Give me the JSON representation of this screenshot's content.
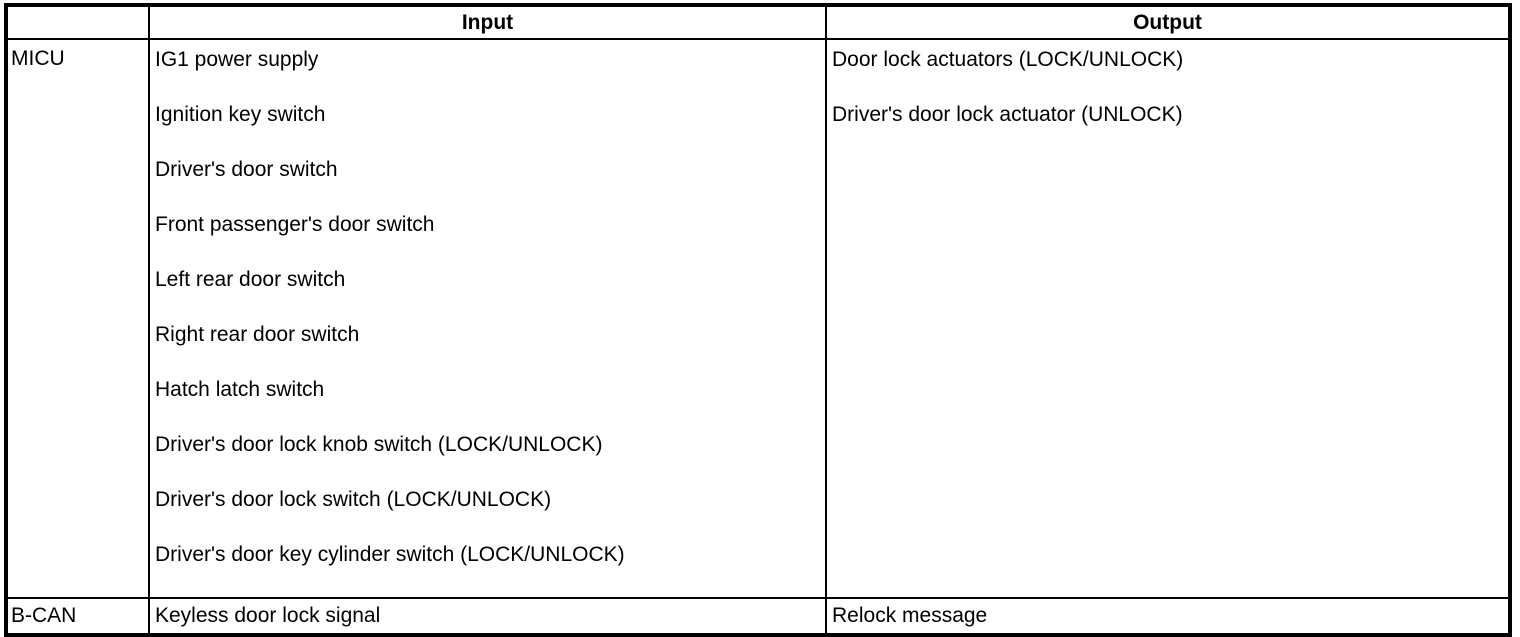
{
  "colors": {
    "border": "#000000",
    "background": "#ffffff",
    "text": "#000000"
  },
  "table": {
    "headers": {
      "blank": "",
      "input": "Input",
      "output": "Output"
    },
    "rows": [
      {
        "source": "MICU",
        "inputs": [
          "IG1 power supply",
          "Ignition key switch",
          "Driver's door switch",
          "Front passenger's door switch",
          "Left rear door switch",
          "Right rear door switch",
          "Hatch latch switch",
          "Driver's door lock knob switch (LOCK/UNLOCK)",
          "Driver's door lock switch (LOCK/UNLOCK)",
          "Driver's door key cylinder switch (LOCK/UNLOCK)"
        ],
        "outputs": [
          "Door lock actuators (LOCK/UNLOCK)",
          "Driver's door lock actuator (UNLOCK)"
        ]
      },
      {
        "source": "B-CAN",
        "inputs": [
          "Keyless door lock signal"
        ],
        "outputs": [
          "Relock message"
        ]
      }
    ]
  }
}
